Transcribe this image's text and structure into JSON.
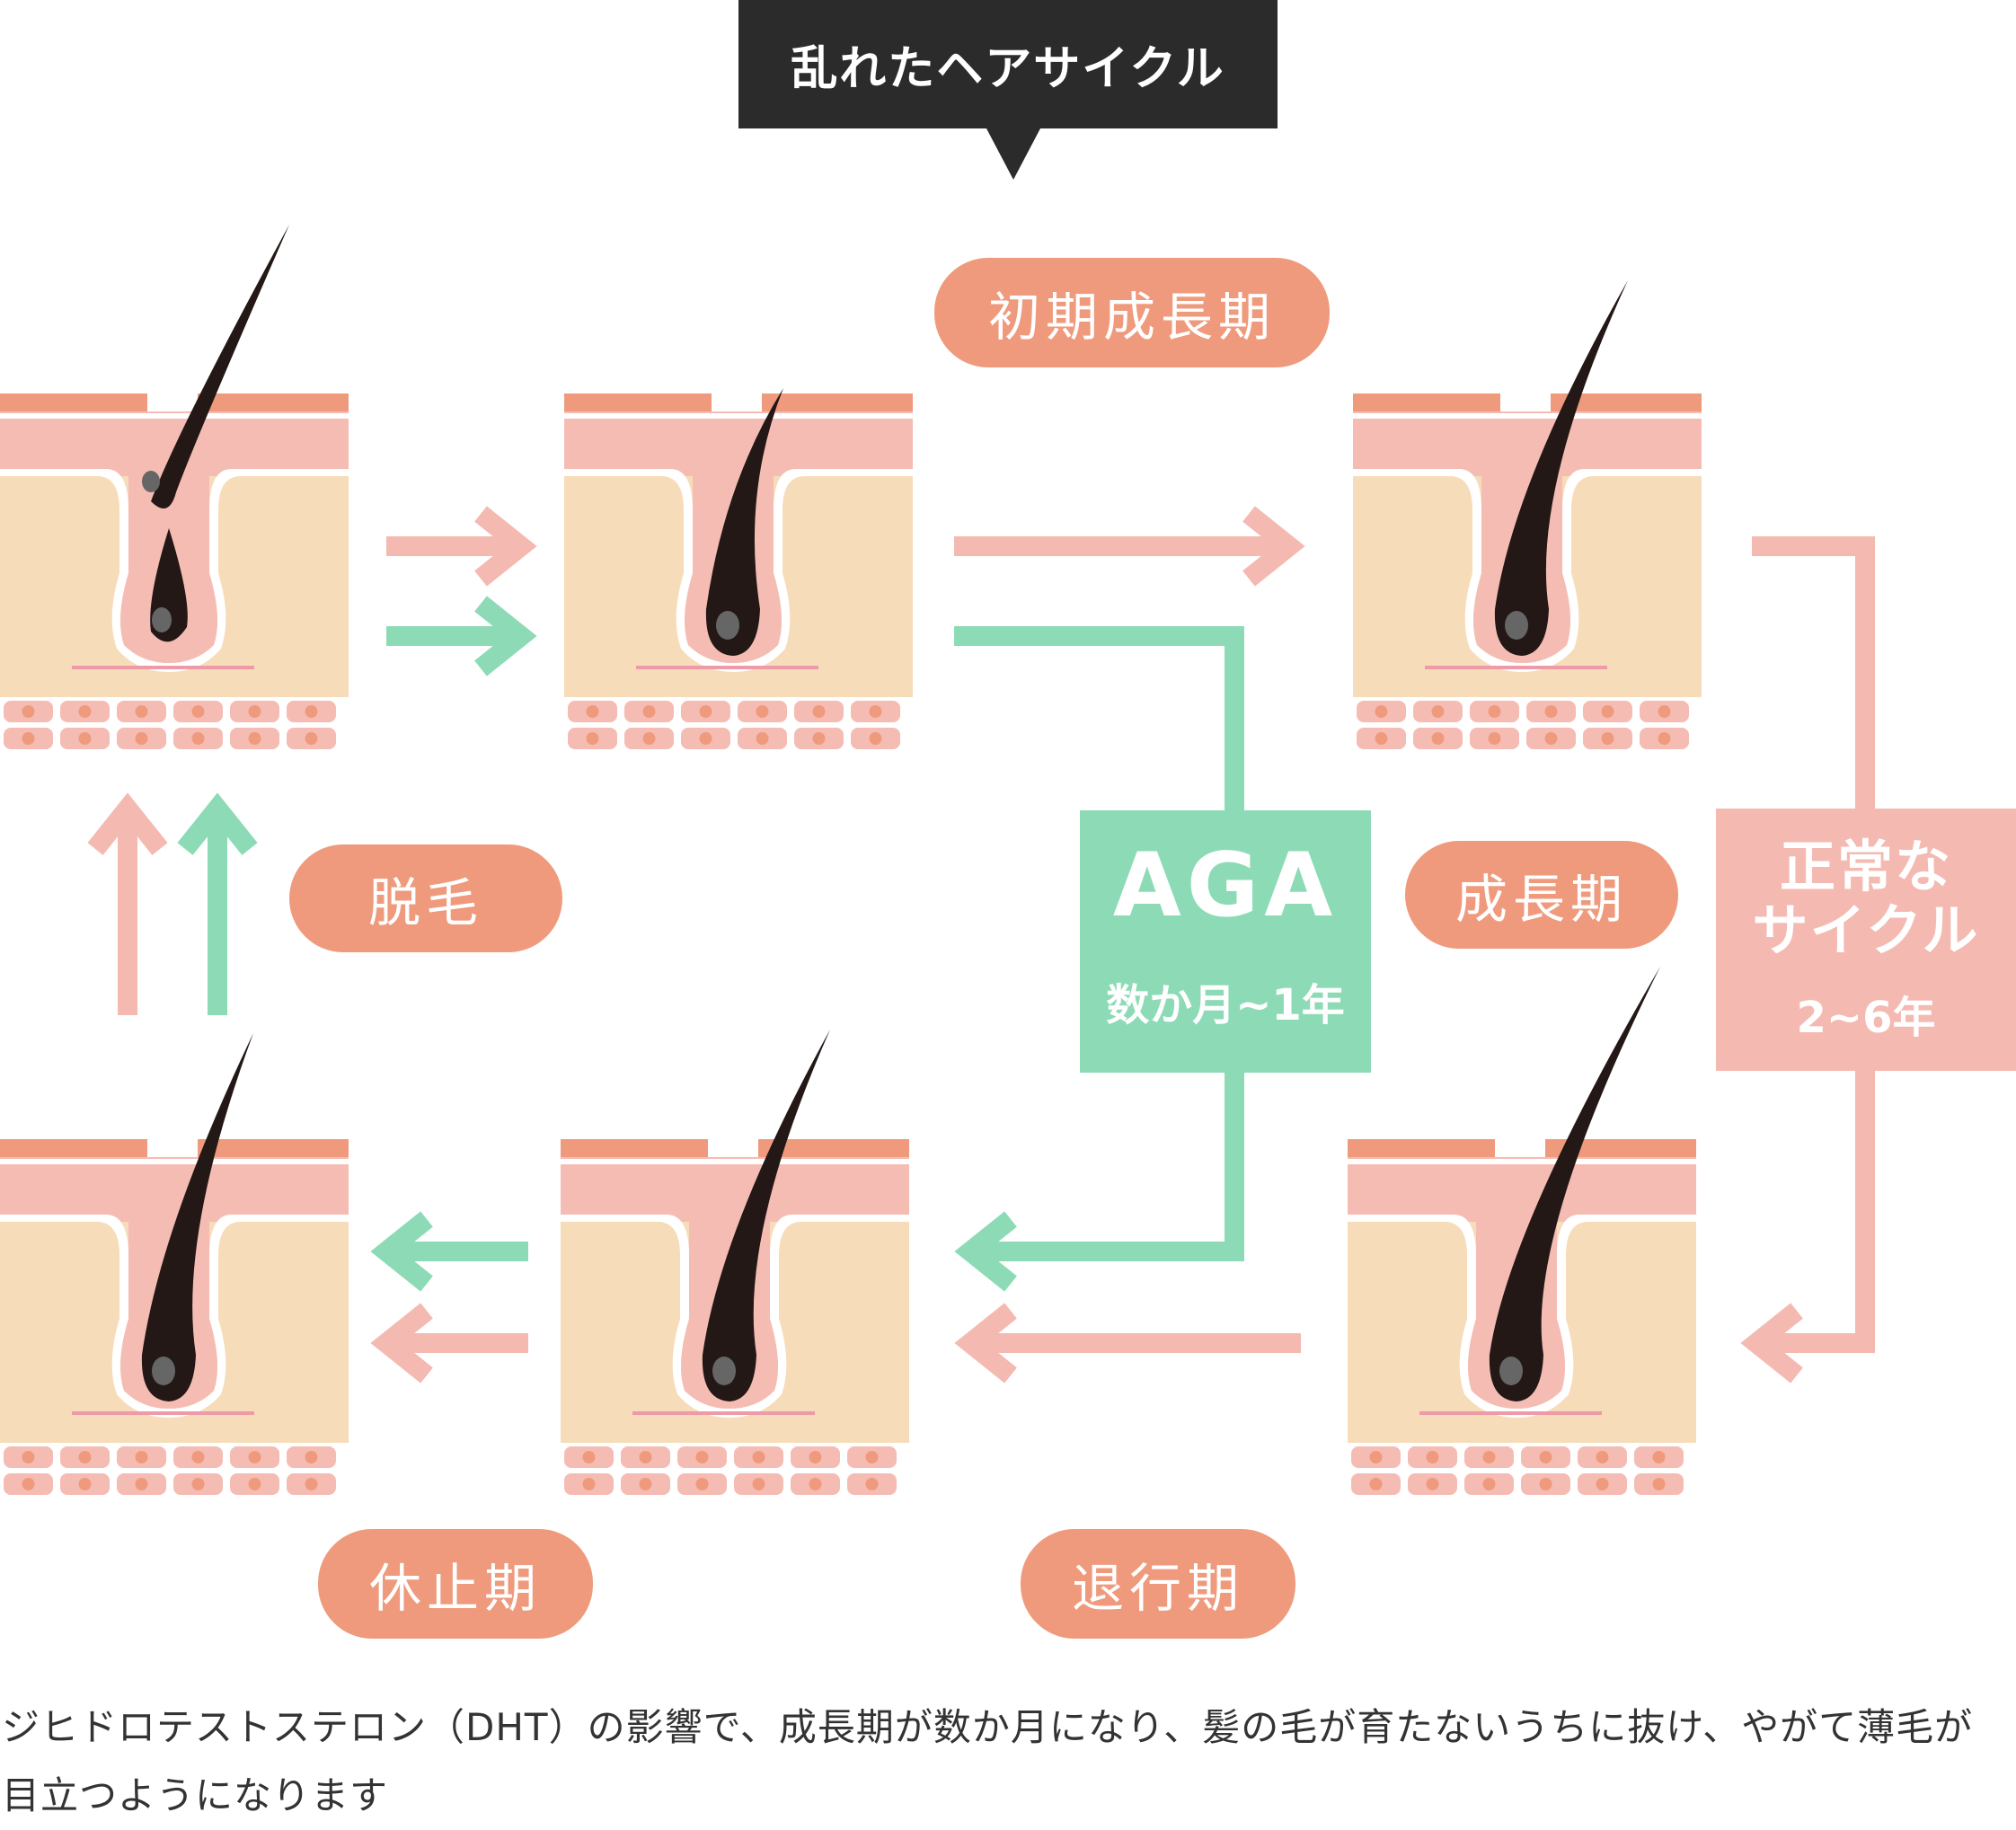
{
  "title": "乱れたヘアサイクル",
  "stages": {
    "early_growth": "初期成長期",
    "growth": "成長期",
    "regression": "退行期",
    "resting": "休止期",
    "shedding": "脱毛"
  },
  "aga": {
    "label": "AGA",
    "duration": "数か月~1年"
  },
  "normal_cycle": {
    "label_line1": "正常な",
    "label_line2": "サイクル",
    "duration": "2~6年"
  },
  "colors": {
    "pink_arrow": "#f4bab2",
    "green_arrow": "#8ddbb6",
    "pill": "#ef9a7c",
    "title_box": "#2b2b2b",
    "skin_top": "#f09a7d",
    "skin_mid": "#f5bcb4",
    "skin_inner": "#f6dcb8",
    "hair": "#231815"
  },
  "caption": "ジヒドロテストステロン（DHT）の影響で、成長期が数か月になり、髪の毛が育たないうちに抜け、やがて薄毛が目立つようになります"
}
